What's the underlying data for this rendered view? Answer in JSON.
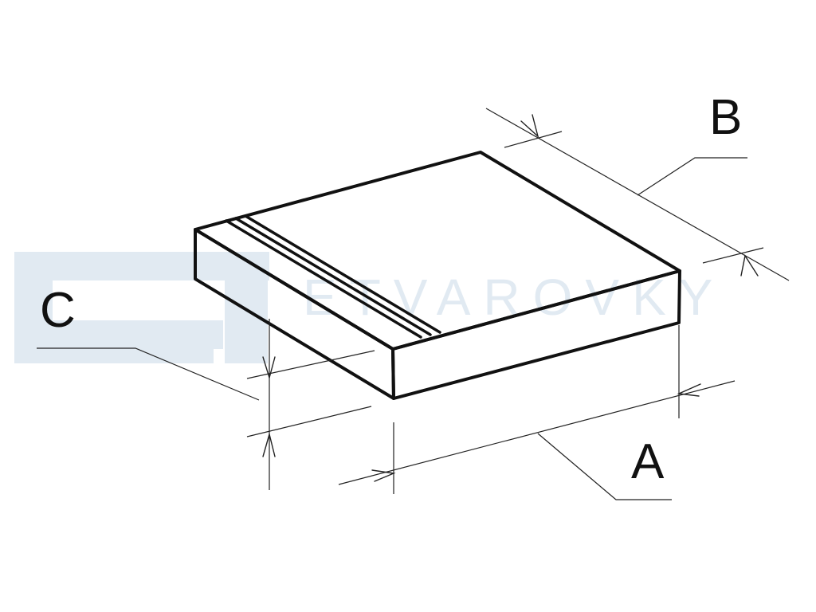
{
  "watermark": {
    "text": "ETVAROVKY",
    "color": "#e1eaf2"
  },
  "dimensions": {
    "a_label": "A",
    "b_label": "B",
    "c_label": "C"
  },
  "colors": {
    "line": "#111111"
  }
}
